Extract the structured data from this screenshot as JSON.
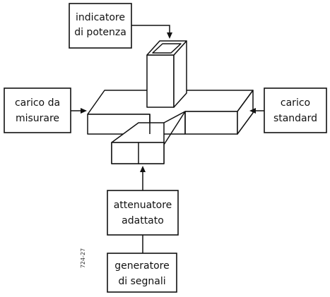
{
  "blocks": {
    "power_indicator": [
      "indicatore",
      "di potenza"
    ],
    "load_to_measure": [
      "carico da",
      "misurare"
    ],
    "standard_load": [
      "carico",
      "standard"
    ],
    "matched_attenuator": [
      "attenuatore",
      "adattato"
    ],
    "signal_generator": [
      "generatore",
      "di segnali"
    ]
  },
  "figure_code": "724-27",
  "colors": {
    "line": "#111111",
    "background": "#ffffff"
  }
}
